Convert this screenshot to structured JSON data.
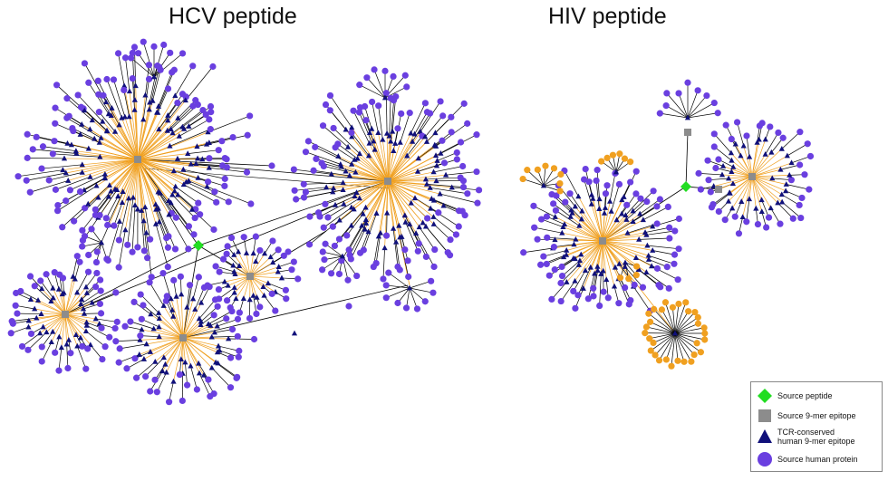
{
  "titles": {
    "hcv": "HCV peptide",
    "hiv": "HIV peptide"
  },
  "legend": {
    "items": [
      {
        "key": "source_peptide",
        "label": "Source peptide",
        "shape": "diamond",
        "color": "#22dd22"
      },
      {
        "key": "source_epitope",
        "label": "Source 9-mer epitope",
        "shape": "square",
        "color": "#8c8c8c"
      },
      {
        "key": "tcr_epitope",
        "label": "TCR-conserved\nhuman 9-mer epitope",
        "shape": "triangle",
        "color": "#10107a"
      },
      {
        "key": "human_protein",
        "label": "Source human protein",
        "shape": "circle",
        "color": "#6a3fe0"
      }
    ]
  },
  "colors": {
    "protein": "#6a3fe0",
    "protein_alt": "#f0a020",
    "epitope": "#8c8c8c",
    "tcr": "#10107a",
    "peptide": "#22dd22",
    "edge_source": "#f0a020",
    "edge_tcr": "#000000"
  }
}
